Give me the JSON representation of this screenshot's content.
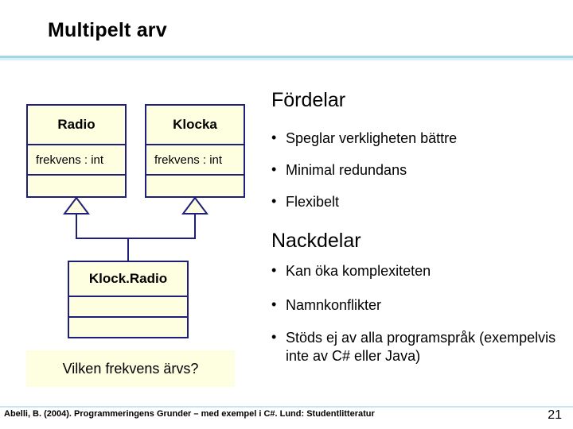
{
  "slide": {
    "title": "Multipelt arv",
    "number": "21",
    "footer": "Abelli, B. (2004). Programmeringens Grunder – med exempel i C#. Lund: Studentlitteratur"
  },
  "diagram": {
    "classes": [
      {
        "name": "Radio",
        "attribute": "frekvens : int",
        "empty_compartment": ""
      },
      {
        "name": "Klocka",
        "attribute": "frekvens : int",
        "empty_compartment": ""
      },
      {
        "name": "Klock.Radio",
        "attribute": "",
        "empty_compartment": ""
      }
    ],
    "question": "Vilken frekvens ärvs?"
  },
  "content": {
    "sections": [
      {
        "heading": "Fördelar",
        "bullets": [
          "Speglar verkligheten bättre",
          "Minimal redundans",
          "Flexibelt"
        ]
      },
      {
        "heading": "Nackdelar",
        "bullets": [
          "Kan öka komplexiteten",
          "Namnkonflikter",
          "Stöds ej av alla programspråk (exempelvis inte av C# eller Java)"
        ]
      }
    ],
    "bullet_marker": "•"
  },
  "colors": {
    "box_fill": "#feffe0",
    "box_border": "#1f1f7a",
    "rule_top": "#9fd9e4",
    "rule_bottom": "#d8eff4",
    "footer_rule": "#c9e7ef"
  }
}
